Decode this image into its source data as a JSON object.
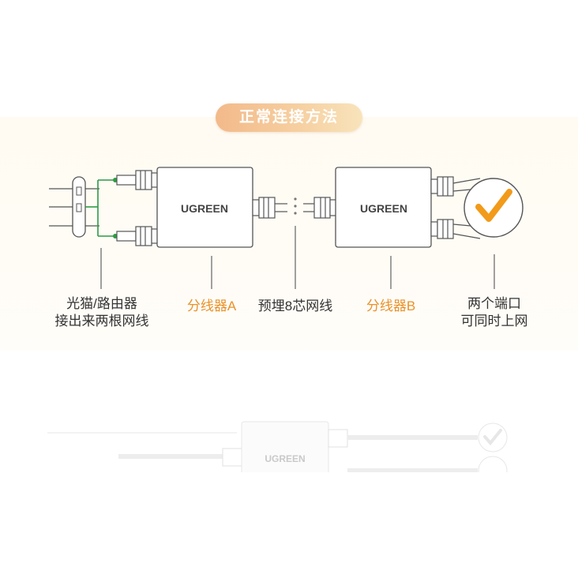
{
  "header": {
    "badge_text": "正常连接方法"
  },
  "devices": {
    "splitter_a_brand": "UGREEN",
    "splitter_b_brand": "UGREEN",
    "reflection_brand": "UGREEN"
  },
  "labels": {
    "modem_line1": "光猫/路由器",
    "modem_line2": "接出来两根网线",
    "splitter_a": "分线器A",
    "cable": "预埋8芯网线",
    "splitter_b": "分线器B",
    "ports_line1": "两个端口",
    "ports_line2": "可同时上网"
  },
  "colors": {
    "accent_orange": "#e8922a",
    "check_orange": "#f29a1a",
    "green_wire": "#2e9a43",
    "line_gray": "#555555",
    "panel_bg": "#fffdf8"
  },
  "icons": {
    "check": "check-circle-icon"
  }
}
